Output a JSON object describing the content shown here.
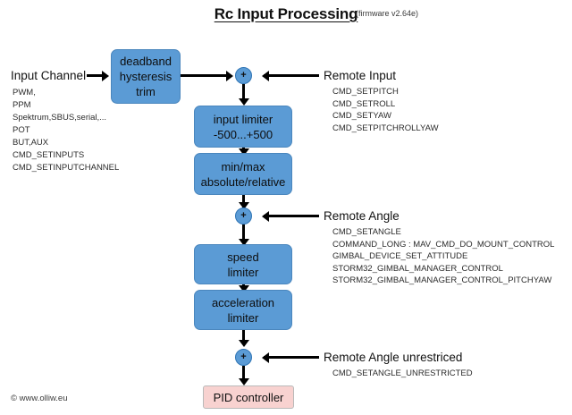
{
  "diagram": {
    "title": "Rc Input Processing",
    "firmware": "(firmware v2.64e)",
    "footer": "© www.olliw.eu",
    "plus_sign": "+"
  },
  "blocks": {
    "deadband": {
      "line1": "deadband",
      "line2": "hysteresis",
      "line3": "trim"
    },
    "input_limiter": {
      "line1": "input limiter",
      "line2": "-500...+500"
    },
    "minmax": {
      "line1": "min/max",
      "line2": "absolute/relative"
    },
    "speed_limiter": {
      "line1": "speed",
      "line2": "limiter"
    },
    "accel_limiter": {
      "line1": "acceleration",
      "line2": "limiter"
    },
    "pid": {
      "label": "PID controller"
    }
  },
  "inputs": {
    "input_channel": {
      "heading": "Input Channel",
      "items": [
        "PWM,",
        "PPM",
        "Spektrum,SBUS,serial,...",
        "POT",
        "BUT,AUX",
        "CMD_SETINPUTS",
        "CMD_SETINPUTCHANNEL"
      ]
    },
    "remote_input": {
      "heading": "Remote Input",
      "items": [
        "CMD_SETPITCH",
        "CMD_SETROLL",
        "CMD_SETYAW",
        "CMD_SETPITCHROLLYAW"
      ]
    },
    "remote_angle": {
      "heading": "Remote Angle",
      "items": [
        "CMD_SETANGLE",
        "COMMAND_LONG : MAV_CMD_DO_MOUNT_CONTROL",
        "GIMBAL_DEVICE_SET_ATTITUDE",
        "STORM32_GIMBAL_MANAGER_CONTROL",
        "STORM32_GIMBAL_MANAGER_CONTROL_PITCHYAW"
      ]
    },
    "remote_angle_unrestricted": {
      "heading": "Remote Angle unrestriced",
      "items": [
        "CMD_SETANGLE_UNRESTRICTED"
      ]
    }
  },
  "colors": {
    "block_blue": "#5B9BD5",
    "pid_pink": "#F8D2D0",
    "line_black": "#000000"
  }
}
